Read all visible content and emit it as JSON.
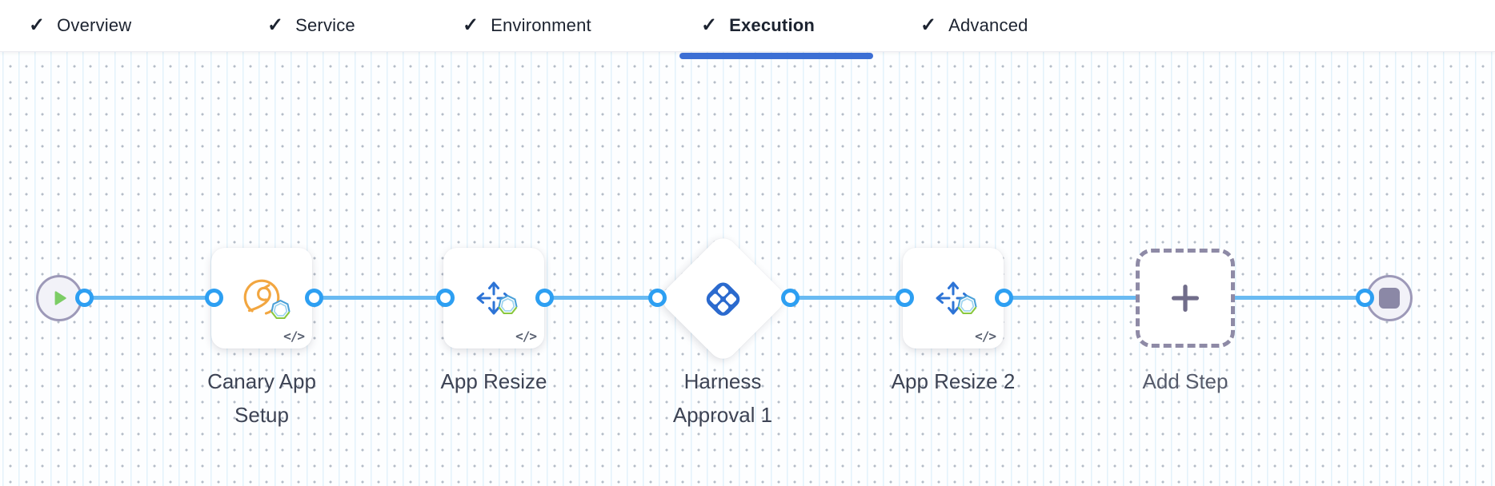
{
  "header": {
    "check_glyph": "✓",
    "tabs": [
      {
        "label": "Overview",
        "checked": true,
        "active": false
      },
      {
        "label": "Service",
        "checked": true,
        "active": false
      },
      {
        "label": "Environment",
        "checked": true,
        "active": false
      },
      {
        "label": "Execution",
        "checked": true,
        "active": true
      },
      {
        "label": "Advanced",
        "checked": true,
        "active": false
      }
    ]
  },
  "canvas": {
    "start_node": {
      "icon": "play-icon"
    },
    "end_node": {
      "icon": "stop-icon"
    },
    "steps": [
      {
        "name": "Canary App Setup",
        "icon": "canary-icon",
        "code_glyph": "</>"
      },
      {
        "name": "App Resize",
        "icon": "move-arrows-icon",
        "code_glyph": "</>"
      },
      {
        "name": "Harness Approval 1",
        "icon": "approval-icon"
      },
      {
        "name": "App Resize 2",
        "icon": "move-arrows-icon",
        "code_glyph": "</>"
      },
      {
        "name": "Add Step",
        "icon": "plus-icon"
      }
    ]
  },
  "colors": {
    "tab_underline_blue": "#3d6fd4",
    "connector_blue": "#69baf2",
    "port_ring_blue": "#2d9ff2",
    "approval_icon_blue": "#2b6ace",
    "move_arrows_blue": "#2d74d6",
    "canary_orange": "#f2a640",
    "gear_badge_green": "#8ac83f",
    "play_green": "#7ccd65",
    "node_border_gray": "#9d99b8",
    "label_text": "#3d4354"
  }
}
